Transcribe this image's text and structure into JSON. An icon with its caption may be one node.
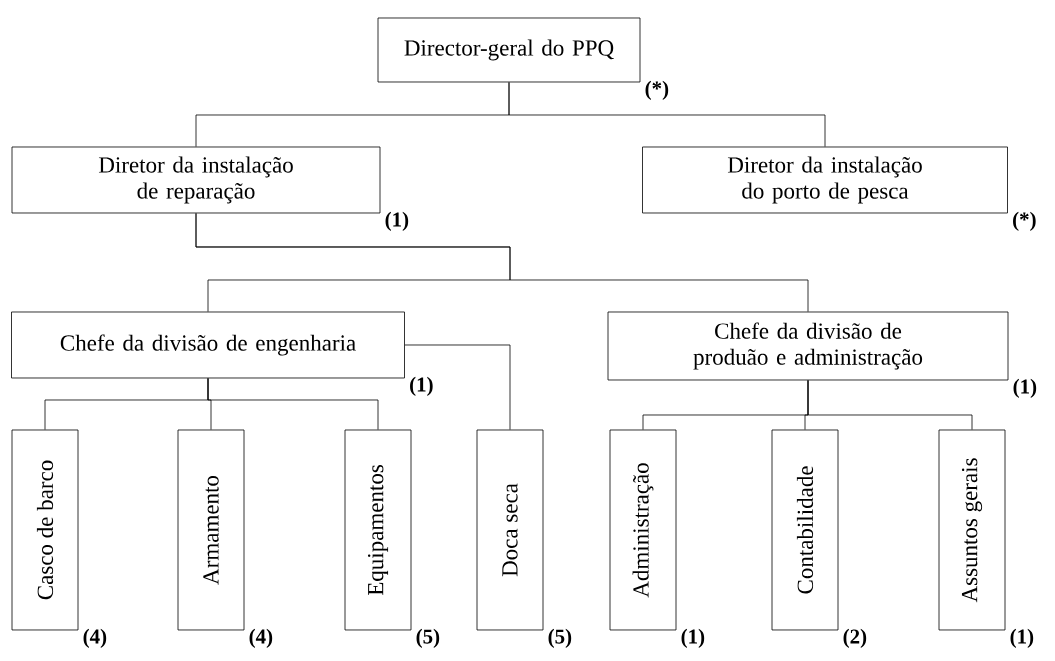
{
  "diagram": {
    "nodes": [
      {
        "text": [
          "Director-geral do PPQ"
        ],
        "beside": [
          "(*)"
        ]
      },
      {
        "text": [
          "Diretor da instalação de reparação"
        ],
        "beside": [
          "(1)"
        ]
      },
      {
        "text": [
          "Diretor da instalação do porto de pesca"
        ],
        "beside": [
          "(*)"
        ]
      },
      {
        "text": [
          "Chefe da divisão de engenharia"
        ],
        "beside": [
          "(1)"
        ]
      },
      {
        "text": [
          "Chefe da divisão de produão e administração"
        ],
        "beside": [
          "(1)"
        ]
      },
      {
        "text": [
          "Casco de barco"
        ],
        "beside": [
          "(4)"
        ]
      },
      {
        "text": [
          "Armamento"
        ],
        "beside": [
          "(4)"
        ]
      },
      {
        "text": [
          "Equipamentos"
        ],
        "beside": [
          "(5)"
        ]
      },
      {
        "text": [
          "Doca seca"
        ],
        "beside": [
          "(5)"
        ]
      },
      {
        "text": [
          "Administração"
        ],
        "beside": [
          "(1)"
        ]
      },
      {
        "text": [
          "Contabilidade"
        ],
        "beside": [
          "(2)"
        ]
      },
      {
        "text": [
          "Assuntos gerais"
        ],
        "beside": [
          "(1)"
        ]
      }
    ],
    "edges": [
      {
        "from": 0,
        "to": 1,
        "arrow": "none"
      },
      {
        "from": 0,
        "to": 2,
        "arrow": "none"
      },
      {
        "from": 1,
        "to": 3,
        "arrow": "none"
      },
      {
        "from": 1,
        "to": 4,
        "arrow": "none"
      },
      {
        "from": 3,
        "to": 5,
        "arrow": "none"
      },
      {
        "from": 3,
        "to": 6,
        "arrow": "none"
      },
      {
        "from": 3,
        "to": 7,
        "arrow": "none"
      },
      {
        "from": 3,
        "to": 8,
        "arrow": "none"
      },
      {
        "from": 4,
        "to": 9,
        "arrow": "none"
      },
      {
        "from": 4,
        "to": 10,
        "arrow": "none"
      },
      {
        "from": 4,
        "to": 11,
        "arrow": "none"
      }
    ]
  }
}
